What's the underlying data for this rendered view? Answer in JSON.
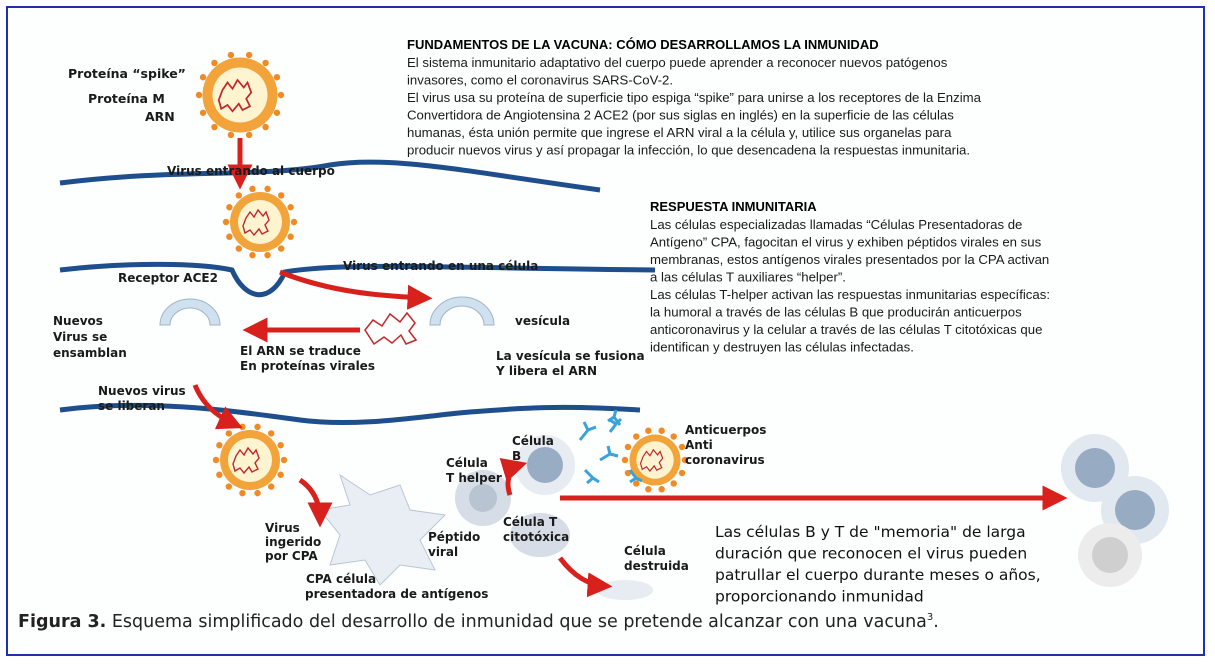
{
  "section1": {
    "title": "FUNDAMENTOS DE LA VACUNA: CÓMO DESARROLLAMOS LA INMUNIDAD",
    "lines": [
      "El sistema inmunitario adaptativo del cuerpo puede aprender a reconocer nuevos patógenos",
      "invasores, como el coronavirus SARS-CoV-2.",
      " El virus usa su proteína de superficie tipo espiga “spike” para unirse a los receptores de la Enzima",
      "Convertidora de Angiotensina 2 ACE2 (por sus siglas en inglés) en la superficie de las células",
      "humanas, ésta unión permite que ingrese el ARN viral a la célula y, utilice sus organelas para",
      "producir nuevos virus y así propagar la infección, lo que desencadena la respuestas inmunitaria."
    ]
  },
  "section2": {
    "title": "RESPUESTA INMUNITARIA",
    "lines": [
      "Las células especializadas llamadas “Células Presentadoras de",
      "Antígeno” CPA, fagocitan el virus y exhiben péptidos virales en sus",
      "membranas, estos antígenos virales presentados por la CPA activan",
      "a las células T auxiliares “helper”.",
      "Las células T-helper activan las respuestas inmunitarias específicas:",
      "la humoral a través de las células B que producirán anticuerpos",
      "anticoronavirus y la celular a través de las células T citotóxicas que",
      "identifican y destruyen las células infectadas."
    ]
  },
  "labels": {
    "spike": "Proteína “spike”",
    "protein_m": "Proteína M",
    "arn": "ARN",
    "virus_entering_body": "Virus entrando al cuerpo",
    "receptor": "Receptor ACE2",
    "virus_entering_cell": "Virus entrando en una célula",
    "vesicle": "vesícula",
    "new_virus": [
      "Nuevos",
      "Virus se",
      "ensamblan"
    ],
    "arn_translated": [
      "El ARN se traduce",
      "En proteínas virales"
    ],
    "vesicle_fuses": [
      "La vesícula se fusiona",
      "Y libera el ARN"
    ],
    "new_virus_released": [
      "Nuevos virus",
      "se liberan"
    ],
    "virus_ingested": [
      "Virus",
      "ingerido",
      "por CPA"
    ],
    "cpa_cell": [
      "CPA célula",
      "presentadora de antígenos"
    ],
    "peptide": [
      "Péptido",
      "viral"
    ],
    "t_helper": [
      "Célula",
      "T helper"
    ],
    "b_cell": [
      "Célula",
      "B"
    ],
    "t_cyto": [
      "Célula T",
      "citotóxica"
    ],
    "destroyed": [
      "Célula",
      "destruida"
    ],
    "antibodies": [
      "Anticuerpos",
      "Anti",
      "coronavirus"
    ]
  },
  "memory": [
    "Las células B y T de \"memoria\" de larga",
    "duración que reconocen el virus pueden",
    "patrullar el cuerpo durante meses o años,",
    "proporcionando inmunidad"
  ],
  "caption": {
    "figure": "Figura 3.",
    "text": " Esquema simplificado del desarrollo de inmunidad que se pretende alcanzar con una vacuna",
    "sup": "3",
    "end": "."
  },
  "colors": {
    "arrow": "#d8211c",
    "membrane": "#1f4e8c",
    "frame": "#1f2fae",
    "virus_outer": "#f2a33a",
    "virus_inner": "#fff4d0"
  }
}
